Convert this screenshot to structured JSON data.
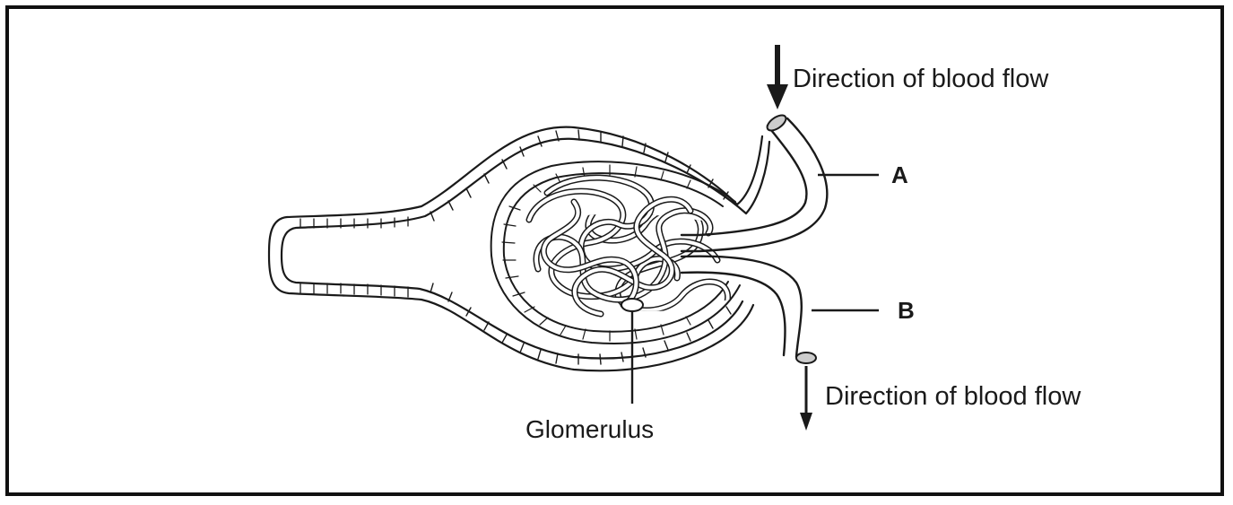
{
  "labels": {
    "flow_in": "Direction of blood flow",
    "flow_out": "Direction of blood flow",
    "vessel_a": "A",
    "vessel_b": "B",
    "glomerulus": "Glomerulus"
  },
  "colors": {
    "line": "#1a1a1a",
    "background": "#ffffff"
  }
}
